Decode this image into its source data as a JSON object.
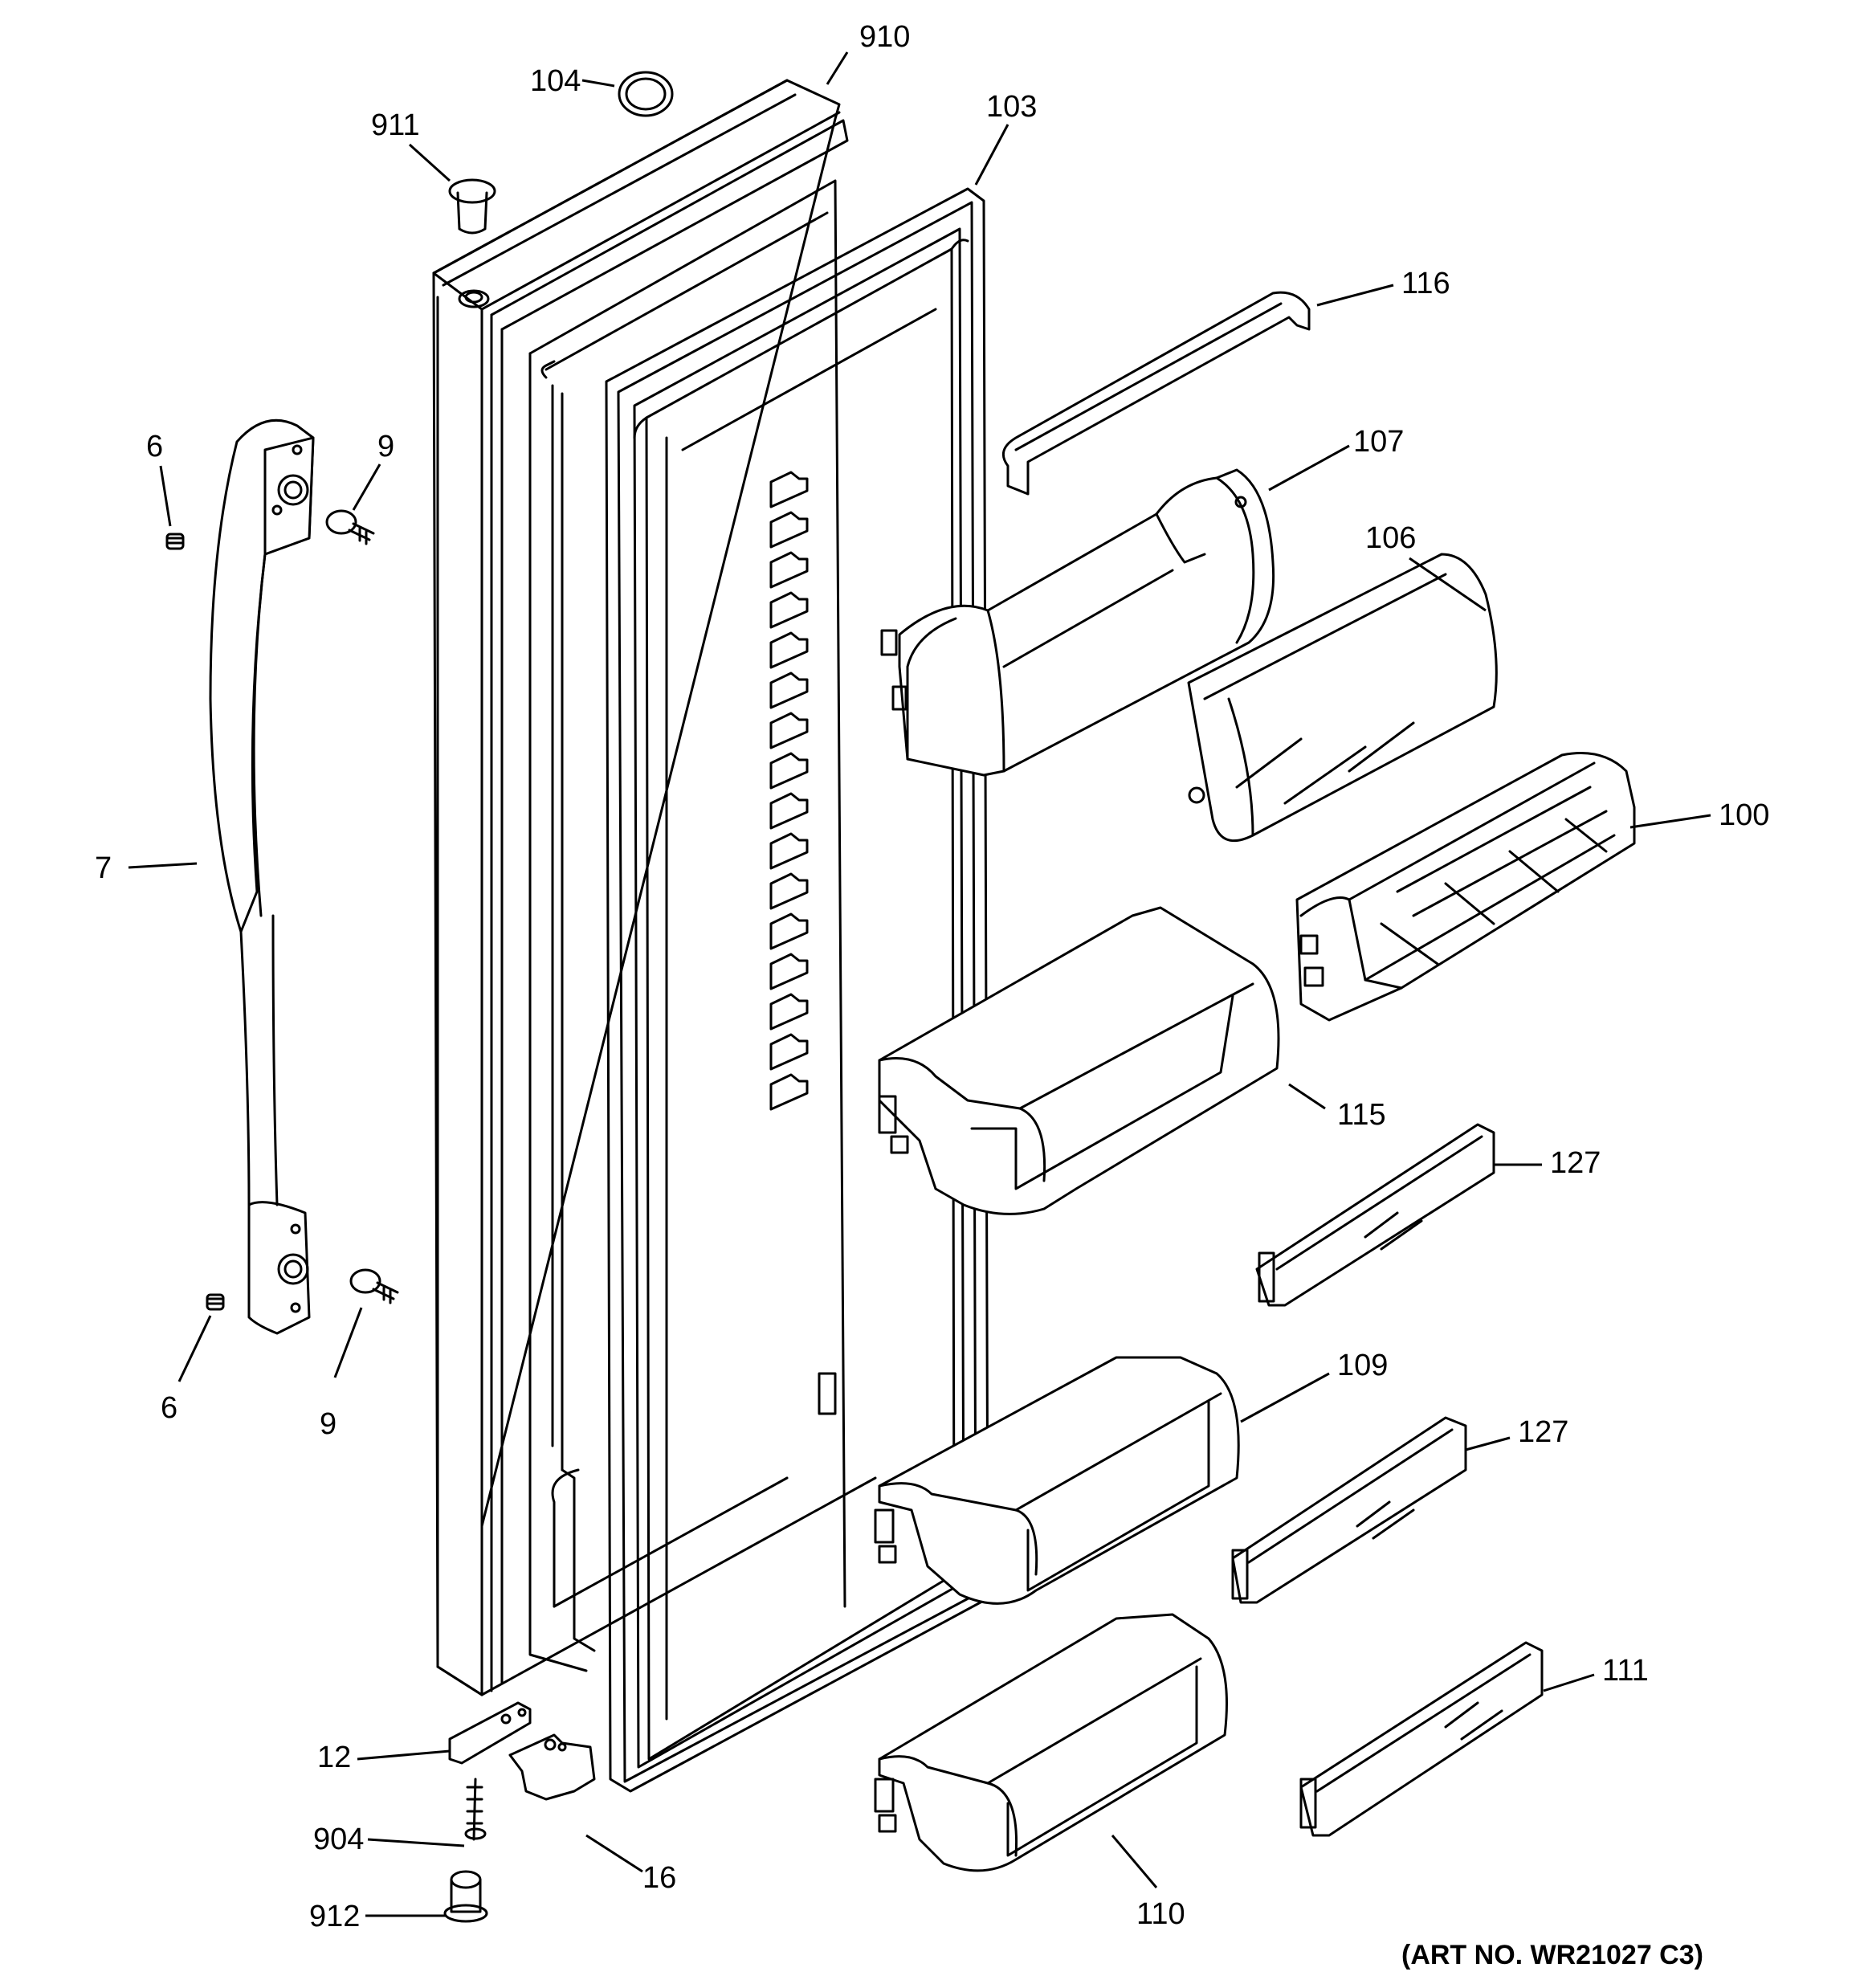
{
  "diagram": {
    "art_number": "(ART NO. WR21027 C3)",
    "callouts": {
      "c910": "910",
      "c104": "104",
      "c911": "911",
      "c103": "103",
      "c116": "116",
      "c107": "107",
      "c106": "106",
      "c100": "100",
      "c6a": "6",
      "c9a": "9",
      "c7": "7",
      "c6b": "6",
      "c9b": "9",
      "c115": "115",
      "c127a": "127",
      "c109": "109",
      "c127b": "127",
      "c111": "111",
      "c12": "12",
      "c904": "904",
      "c16": "16",
      "c912": "912",
      "c110": "110"
    }
  }
}
